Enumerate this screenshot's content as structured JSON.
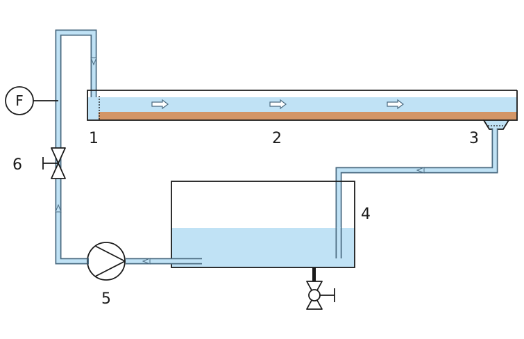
{
  "labels": {
    "inlet": "1",
    "channel": "2",
    "outlet": "3",
    "tank": "4",
    "pump": "5",
    "valve": "6",
    "flowmeter": "F"
  },
  "colors": {
    "water": "#c0e2f5",
    "sediment": "#d39566",
    "pipe_fill": "#c0e2f5",
    "outline": "#1a1a1a",
    "pipe_outline": "#4a6a80"
  }
}
